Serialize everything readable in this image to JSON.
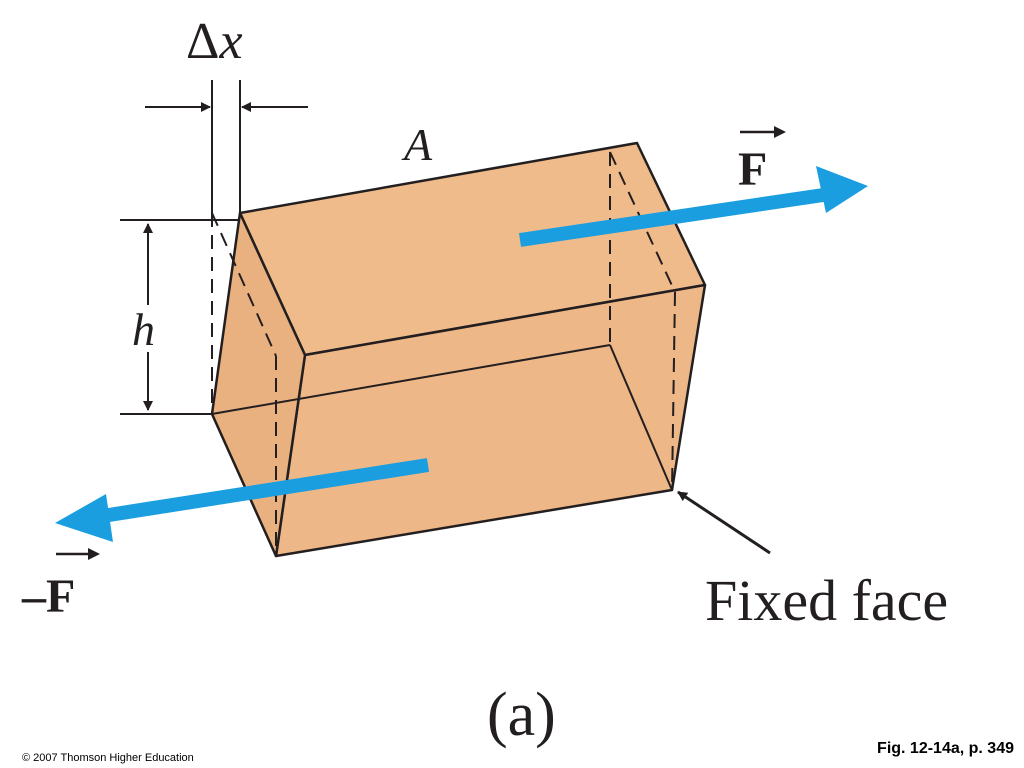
{
  "labels": {
    "delta": "Δ",
    "x": "x",
    "area": "A",
    "height": "h",
    "force": "F",
    "neg_sign": "–",
    "fixed_face": "Fixed face",
    "panel": "(a)"
  },
  "footer": {
    "copyright": "© 2007 Thomson Higher Education",
    "fig_ref": "Fig. 12-14a, p. 349"
  },
  "colors": {
    "block_fill": "#edb888",
    "block_side": "#e8b080",
    "outline": "#231f20",
    "force_arrow": "#1b9ee0"
  }
}
